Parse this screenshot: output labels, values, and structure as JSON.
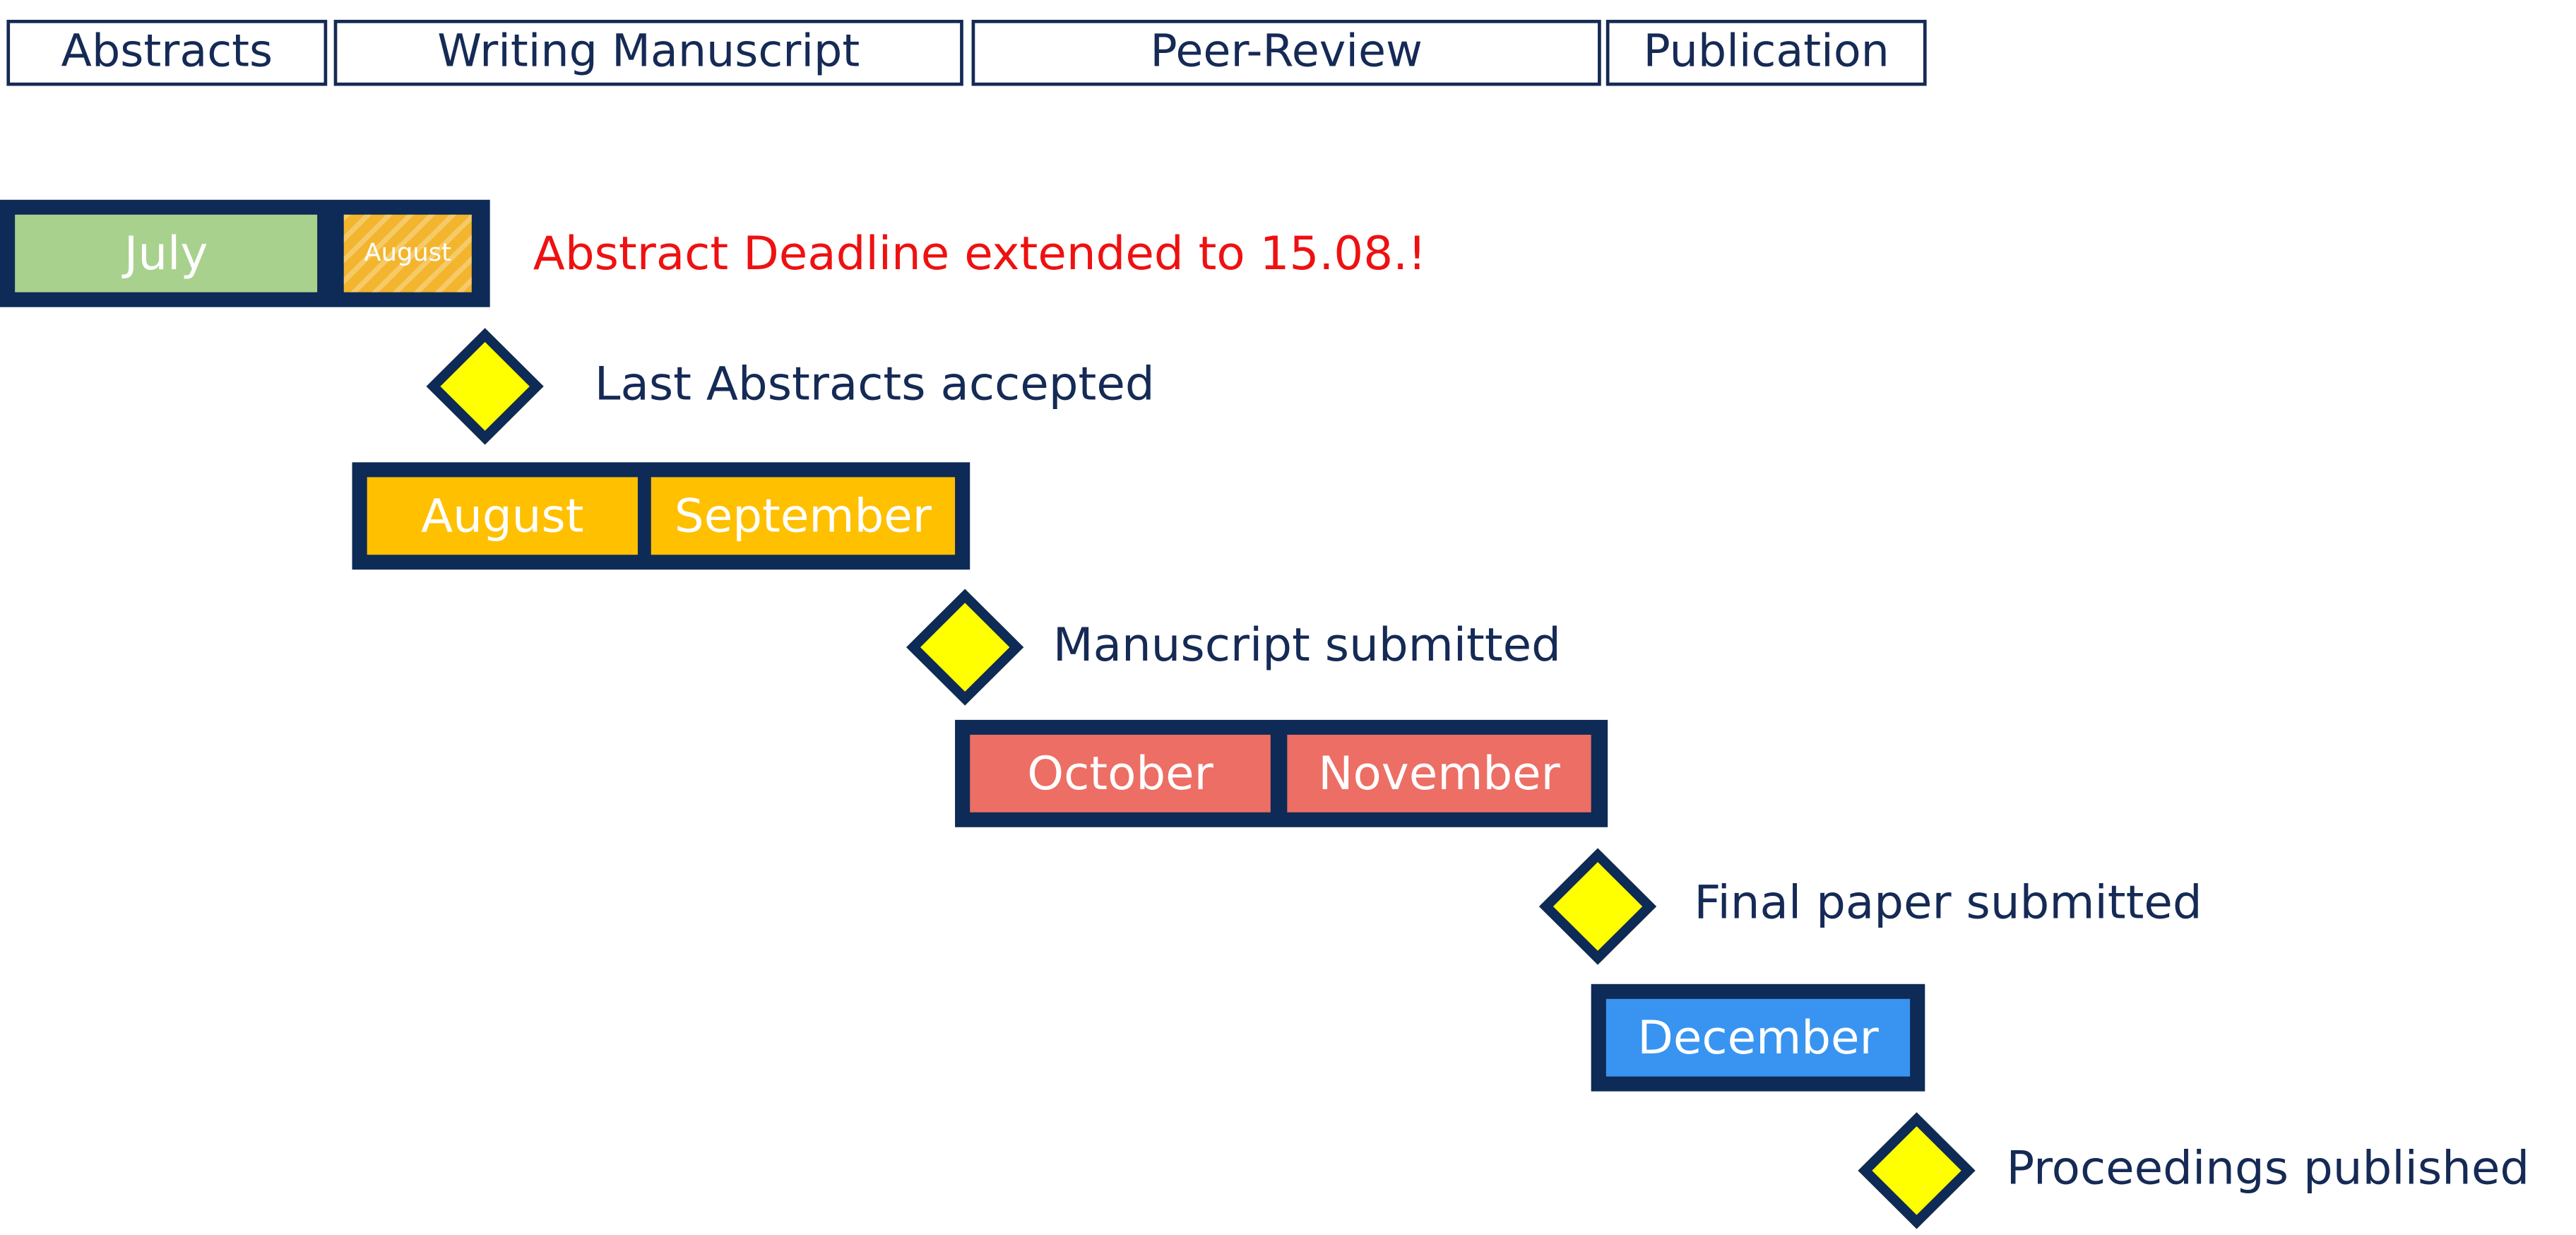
{
  "colors": {
    "navy": "#0e2a56",
    "text": "#152a55",
    "green": "#a9d18e",
    "orange": "#ffc000",
    "salmon": "#ec6e64",
    "blue": "#3894f0",
    "yellow": "#ffff00",
    "red": "#ee1111"
  },
  "phases": [
    "Abstracts",
    "Writing Manuscript",
    "Peer-Review",
    "Publication"
  ],
  "blocks": {
    "abstracts": {
      "month_1": "July",
      "month_2": "August"
    },
    "writing": {
      "month_1": "August",
      "month_2": "September"
    },
    "review": {
      "month_1": "October",
      "month_2": "November"
    },
    "publication": {
      "month_1": "December"
    }
  },
  "milestones": [
    "Last Abstracts accepted",
    "Manuscript submitted",
    "Final paper submitted",
    "Proceedings published"
  ],
  "extension_note": "Abstract Deadline extended to 15.08.!"
}
